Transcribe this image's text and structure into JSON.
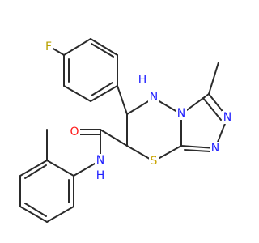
{
  "atoms": {
    "fluorine": {
      "symbol": "F",
      "color": "#b8a100"
    },
    "amine_nitrogen": {
      "symbol": "N",
      "color": "#2020ff"
    },
    "amine_hydrogen": {
      "symbol": "H",
      "color": "#2020ff"
    },
    "ring_nitrogen_fused": {
      "symbol": "N",
      "color": "#2020ff"
    },
    "ring_nitrogen_right": {
      "symbol": "N",
      "color": "#2020ff"
    },
    "ring_nitrogen_lower": {
      "symbol": "N",
      "color": "#2020ff"
    },
    "sulfur": {
      "symbol": "S",
      "color": "#c9a400"
    },
    "oxygen": {
      "symbol": "O",
      "color": "#ff1a1a"
    },
    "amide_nitrogen": {
      "symbol": "N",
      "color": "#2020ff"
    },
    "amide_hydrogen": {
      "symbol": "H",
      "color": "#2020ff"
    }
  },
  "bond_color": "#2b2b2b"
}
